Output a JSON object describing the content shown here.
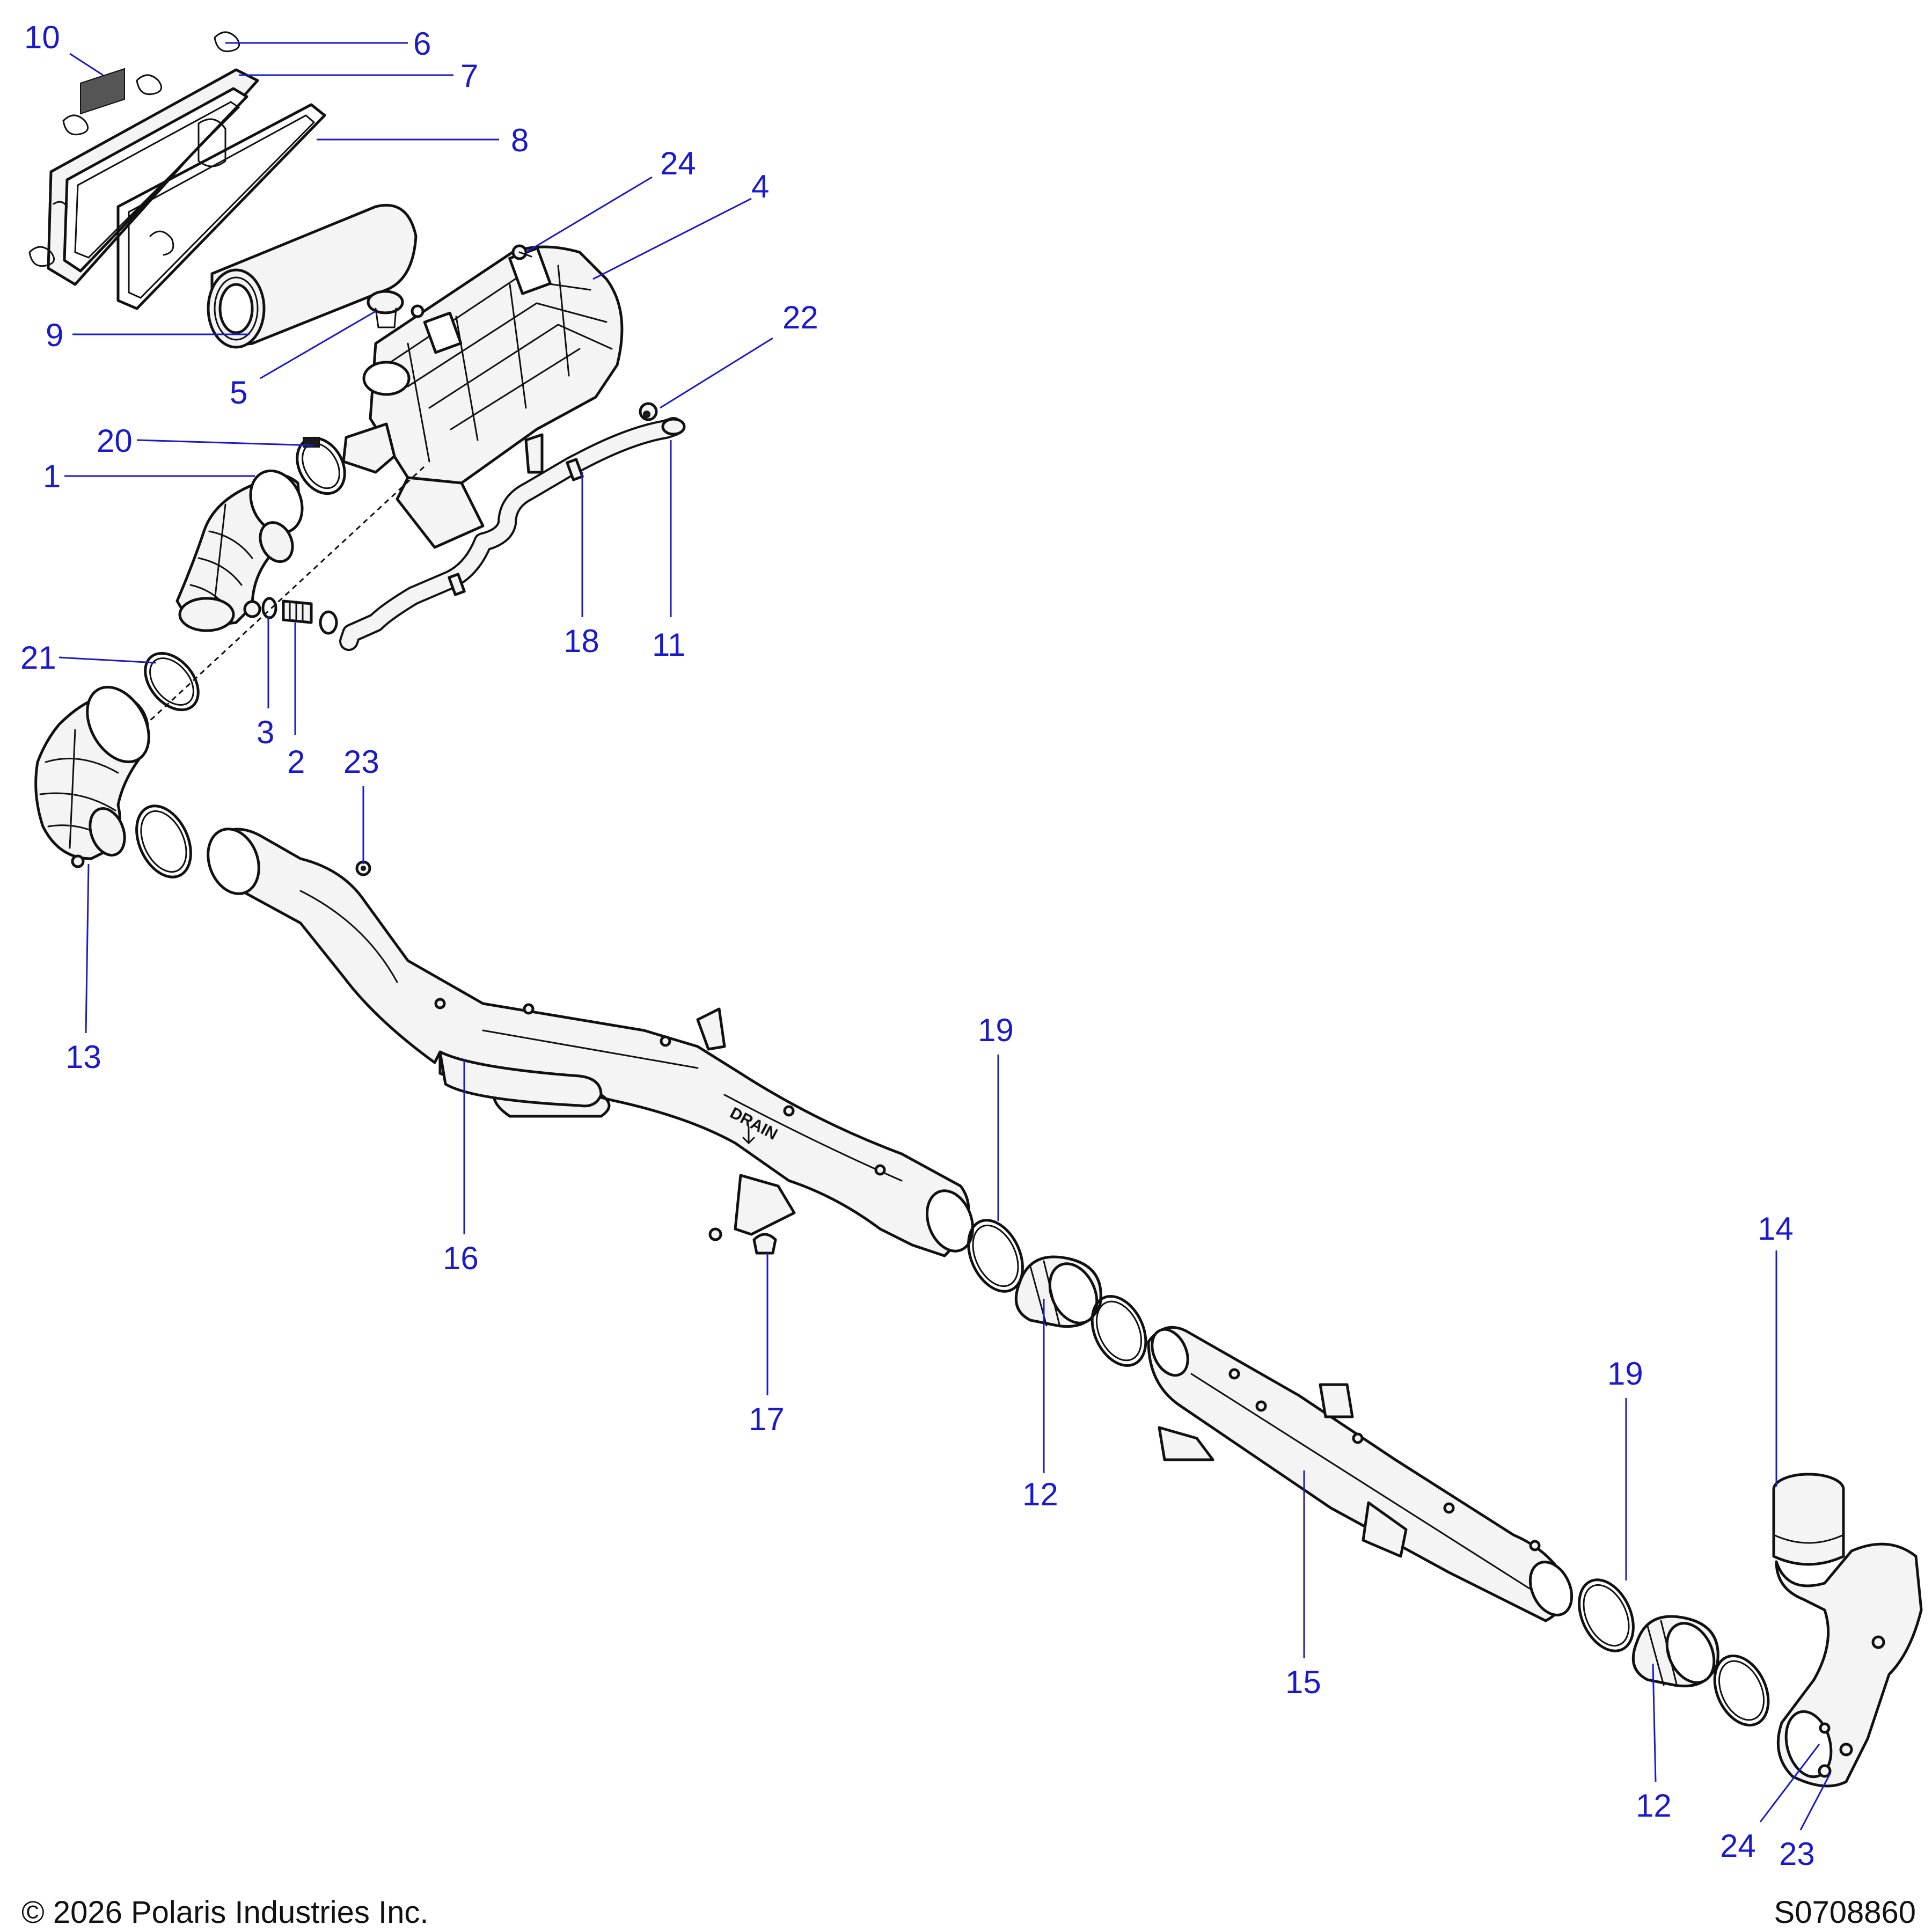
{
  "callouts": {
    "c1": "1",
    "c2": "2",
    "c3": "3",
    "c4": "4",
    "c5": "5",
    "c6": "6",
    "c7": "7",
    "c8": "8",
    "c9": "9",
    "c10": "10",
    "c11": "11",
    "c12a": "12",
    "c12b": "12",
    "c13": "13",
    "c14": "14",
    "c15": "15",
    "c16": "16",
    "c17": "17",
    "c18": "18",
    "c19a": "19",
    "c19b": "19",
    "c20": "20",
    "c21": "21",
    "c22": "22",
    "c23a": "23",
    "c23b": "23",
    "c24a": "24",
    "c24b": "24"
  },
  "part_marking": "DRAIN",
  "footer": {
    "copyright": "© 2026 Polaris Industries Inc.",
    "drawing_number": "S0708860"
  },
  "colors": {
    "callout": "#1a1acc",
    "line": "#111111",
    "part_fill": "#f4f4f4"
  }
}
